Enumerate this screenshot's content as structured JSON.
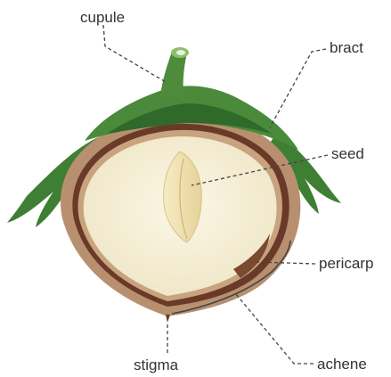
{
  "diagram": {
    "labels": {
      "cupule": "cupule",
      "bract": "bract",
      "seed": "seed",
      "pericarp": "pericarp",
      "stigma": "stigma",
      "achene": "achene"
    },
    "colors": {
      "leaf": "#4a8a3a",
      "leaf_dark": "#2f6a2a",
      "leaf_light": "#7ab85a",
      "shell_outer": "#b89070",
      "shell_inner": "#6a3a28",
      "flesh": "#f6efd8",
      "seed": "#efe0b0",
      "leader": "#444444"
    }
  }
}
